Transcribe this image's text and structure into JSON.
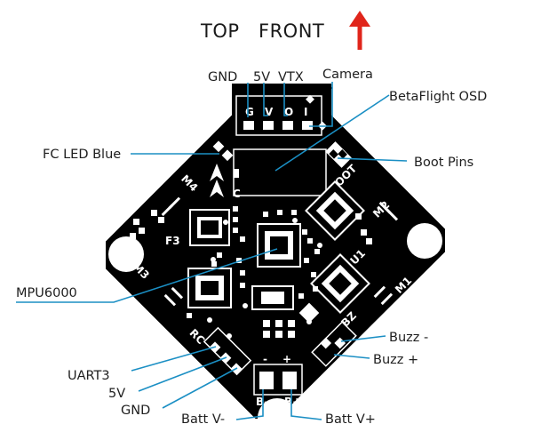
{
  "title": {
    "top": "TOP",
    "front": "FRONT",
    "arrow_color": "#e0251b"
  },
  "colors": {
    "board": "#000000",
    "silk": "#ffffff",
    "leader": "#1b8fc4",
    "text": "#1e1e1e"
  },
  "labels": {
    "gnd_top": "GND",
    "v5_top": "5V",
    "vtx": "VTX",
    "camera": "Camera",
    "betaflight_osd": "BetaFlight OSD",
    "fc_led_blue": "FC LED Blue",
    "boot_pins": "Boot Pins",
    "mpu6000": "MPU6000",
    "buzz_minus": "Buzz -",
    "buzz_plus": "Buzz +",
    "uart3": "UART3",
    "v5_bottom": "5V",
    "gnd_bottom": "GND",
    "batt_vminus": "Batt V-",
    "batt_vplus": "Batt V+"
  },
  "silkscreen": {
    "header_pins": [
      "G",
      "V",
      "O",
      "I"
    ],
    "m1": "M1",
    "m2": "M2",
    "m3": "M3",
    "m4": "M4",
    "f3": "F3",
    "boot": "BOOT",
    "bz": "BZ",
    "rc": "RC",
    "u1": "U1",
    "pad_minus": "-",
    "pad_plus": "+",
    "b_minus": "B-",
    "b_plus": "B+",
    "c": "C"
  }
}
